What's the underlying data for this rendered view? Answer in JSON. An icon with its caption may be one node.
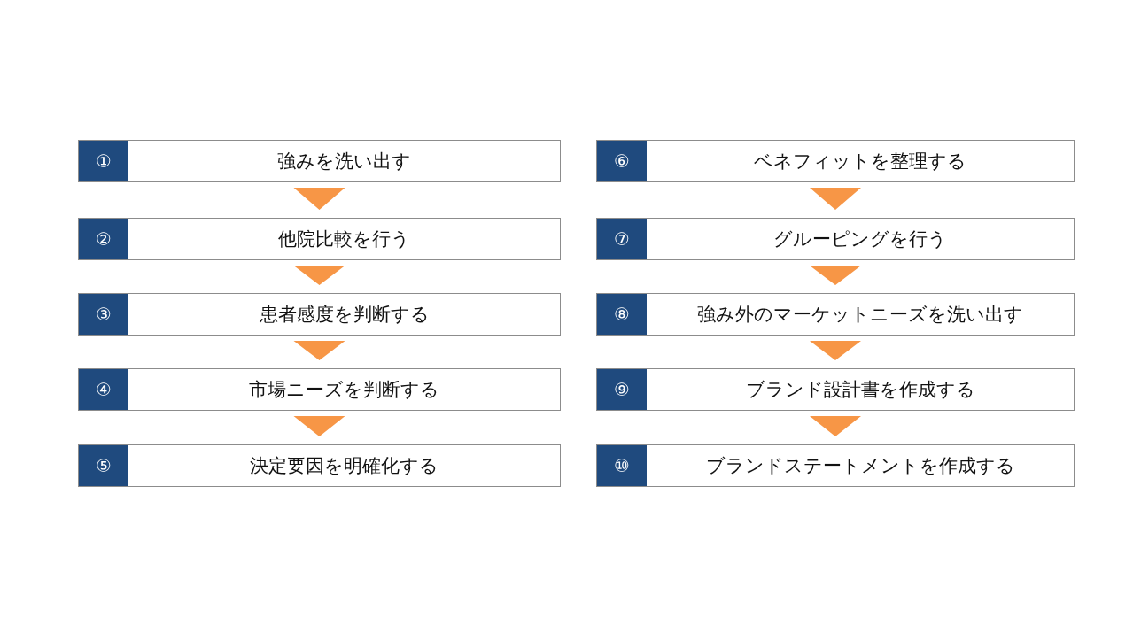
{
  "diagram": {
    "nodes": [
      {
        "text": [
          "①",
          "強みを洗い出す"
        ]
      },
      {
        "text": [
          "②",
          "他院比較を行う"
        ]
      },
      {
        "text": [
          "③",
          "患者感度を判断する"
        ]
      },
      {
        "text": [
          "④",
          "市場ニーズを判断する"
        ]
      },
      {
        "text": [
          "⑤",
          "決定要因を明確化する"
        ]
      },
      {
        "text": [
          "⑥",
          "ベネフィットを整理する"
        ]
      },
      {
        "text": [
          "⑦",
          "グルーピングを行う"
        ]
      },
      {
        "text": [
          "⑧",
          "強み外のマーケットニーズを洗い出す"
        ]
      },
      {
        "text": [
          "⑨",
          "ブランド設計書を作成する"
        ]
      },
      {
        "text": [
          "⑩",
          "ブランドステートメントを作成する"
        ]
      }
    ],
    "edges": [
      {
        "from": 0,
        "to": 1,
        "arrow": "to"
      },
      {
        "from": 1,
        "to": 2,
        "arrow": "to"
      },
      {
        "from": 2,
        "to": 3,
        "arrow": "to"
      },
      {
        "from": 3,
        "to": 4,
        "arrow": "to"
      },
      {
        "from": 5,
        "to": 6,
        "arrow": "to"
      },
      {
        "from": 6,
        "to": 7,
        "arrow": "to"
      },
      {
        "from": 7,
        "to": 8,
        "arrow": "to"
      },
      {
        "from": 8,
        "to": 9,
        "arrow": "to"
      }
    ]
  }
}
